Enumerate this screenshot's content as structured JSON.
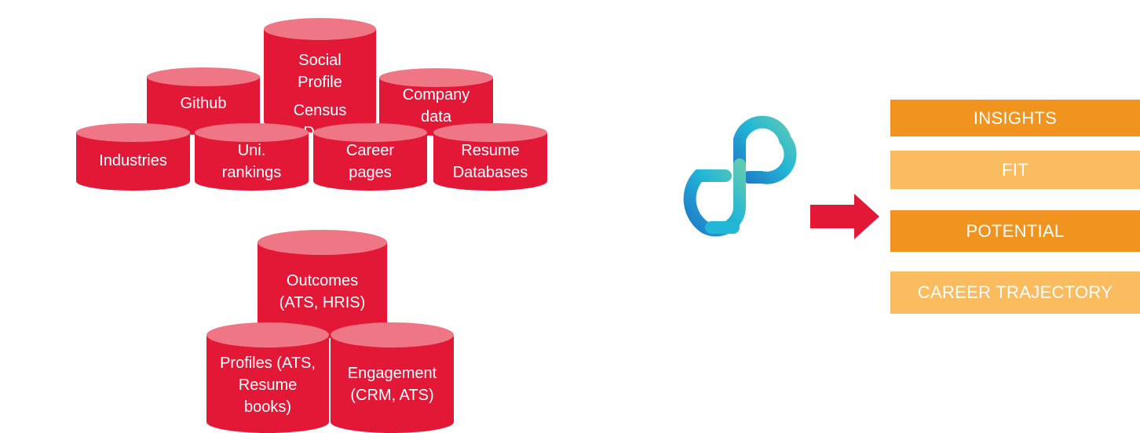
{
  "cylinders_top_group": [
    {
      "id": "social",
      "label": "Social\nProfile"
    },
    {
      "id": "census",
      "label": "Census\nData"
    },
    {
      "id": "github",
      "label": "Github"
    },
    {
      "id": "company",
      "label": "Company\ndata"
    },
    {
      "id": "industries",
      "label": "Industries"
    },
    {
      "id": "uni",
      "label": "Uni.\nrankings"
    },
    {
      "id": "career-pages",
      "label": "Career\npages"
    },
    {
      "id": "resume-db",
      "label": "Resume\nDatabases"
    }
  ],
  "cylinders_bottom_group": [
    {
      "id": "outcomes",
      "label": "Outcomes\n(ATS, HRIS)"
    },
    {
      "id": "profiles",
      "label": "Profiles (ATS,\nResume\nbooks)"
    },
    {
      "id": "engagement",
      "label": "Engagement\n(CRM, ATS)"
    }
  ],
  "outputs": [
    {
      "label": "INSIGHTS",
      "color": "#f0931f"
    },
    {
      "label": "FIT",
      "color": "#fbbb5f"
    },
    {
      "label": "POTENTIAL",
      "color": "#f0931f"
    },
    {
      "label": "CAREER TRAJECTORY",
      "color": "#fbbb5f"
    }
  ],
  "colors": {
    "cylinder_body": "#e31837",
    "cylinder_top": "#ef7685",
    "arrow": "#e31837",
    "logo_blue": "#1f78c8",
    "logo_teal": "#5fc9b3"
  },
  "logo": {
    "icon": "infinity-loop-logo-icon"
  },
  "arrow": {
    "icon": "right-arrow-icon"
  }
}
